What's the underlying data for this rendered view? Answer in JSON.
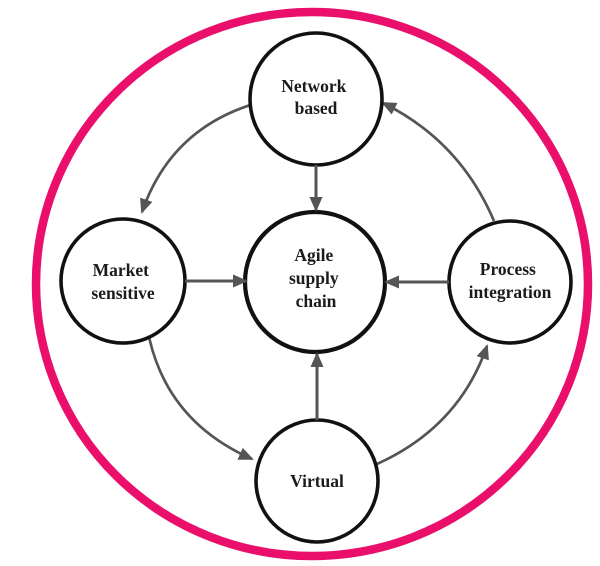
{
  "diagram": {
    "nodes": {
      "center": {
        "label": "Agile supply chain",
        "line1": "Agile",
        "line2": "supply",
        "line3": "chain"
      },
      "top": {
        "label": "Network based",
        "line1": "Network",
        "line2": "based"
      },
      "left": {
        "label": "Market sensitive",
        "line1": "Market",
        "line2": "sensitive"
      },
      "right": {
        "label": "Process integration",
        "line1": "Process",
        "line2": "integration"
      },
      "bottom": {
        "label": "Virtual",
        "line1": "Virtual"
      }
    },
    "edges": [
      {
        "from": "Network based",
        "to": "Agile supply chain",
        "style": "straight"
      },
      {
        "from": "Market sensitive",
        "to": "Agile supply chain",
        "style": "straight"
      },
      {
        "from": "Process integration",
        "to": "Agile supply chain",
        "style": "straight"
      },
      {
        "from": "Virtual",
        "to": "Agile supply chain",
        "style": "straight"
      },
      {
        "from": "Network based",
        "to": "Market sensitive",
        "style": "curved"
      },
      {
        "from": "Market sensitive",
        "to": "Virtual",
        "style": "curved"
      },
      {
        "from": "Virtual",
        "to": "Process integration",
        "style": "curved"
      },
      {
        "from": "Process integration",
        "to": "Network based",
        "style": "curved"
      }
    ],
    "colors": {
      "outer_ring": "#E90F6A",
      "node_stroke": "#111111",
      "arrow": "#555555",
      "text": "#1b1b1b",
      "background": "#ffffff"
    }
  }
}
